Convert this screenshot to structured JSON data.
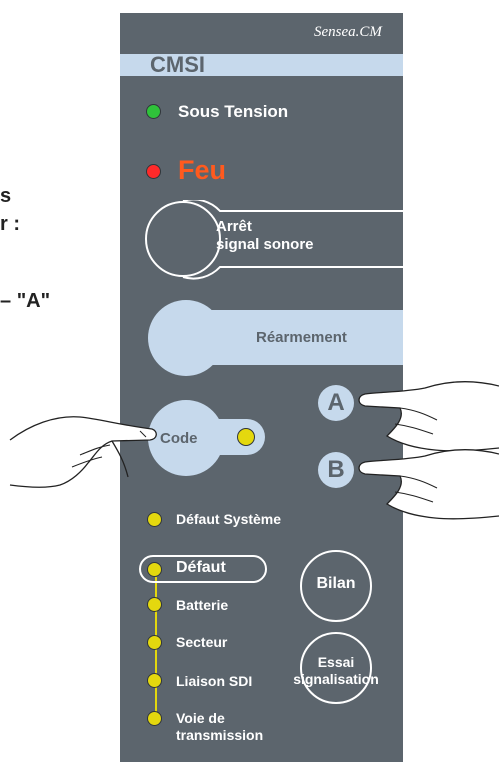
{
  "panel": {
    "brand": "Sensea.CM",
    "title": "CMSI",
    "sous_tension": "Sous Tension",
    "feu": "Feu",
    "arret_line1": "Arrêt",
    "arret_line2": "signal sonore",
    "rearmement": "Réarmement",
    "code": "Code",
    "btn_a": "A",
    "btn_b": "B",
    "defaut_systeme": "Défaut Système",
    "defaut": "Défaut",
    "batterie": "Batterie",
    "secteur": "Secteur",
    "liaison_sdi": "Liaison SDI",
    "voie_line1": "Voie de",
    "voie_line2": "transmission",
    "bilan": "Bilan",
    "essai_line1": "Essai",
    "essai_line2": "signalisation"
  },
  "instructions": {
    "line1": "s",
    "line2": "r :",
    "line3": "\"A\""
  },
  "colors": {
    "panel": "#5c656d",
    "band": "#c6d9ec",
    "feu": "#ff5a1e",
    "led_green": "#2fc23a",
    "led_red": "#ff2a2a",
    "led_yellow": "#e4d80e"
  }
}
